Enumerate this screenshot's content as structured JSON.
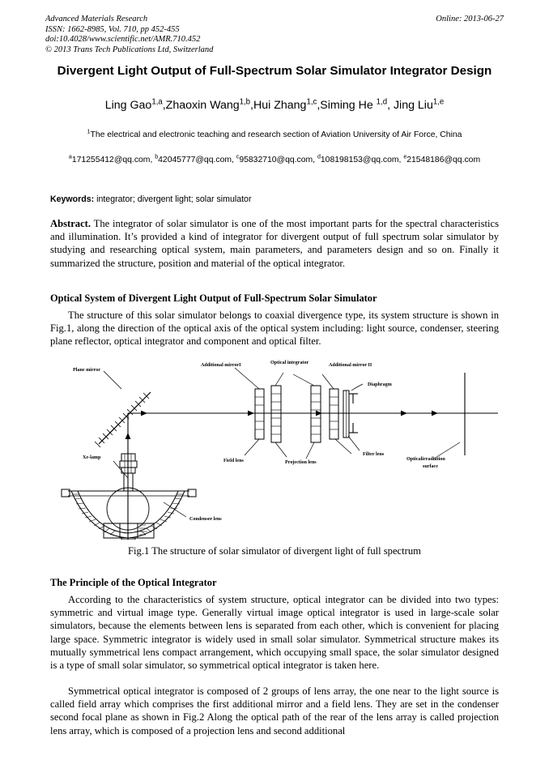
{
  "masthead": {
    "journal": "Advanced Materials Research",
    "issn": "ISSN: 1662-8985, Vol. 710, pp 452-455",
    "doi": "doi:10.4028/www.scientific.net/AMR.710.452",
    "copyright": "© 2013 Trans Tech Publications Ltd, Switzerland",
    "online": "Online: 2013-06-27"
  },
  "paper": {
    "title": "Divergent Light Output of Full-Spectrum Solar Simulator Integrator Design",
    "authors_html": "Ling Gao<sup>1,a</sup>,Zhaoxin Wang<sup>1,b</sup>,Hui Zhang<sup>1,c</sup>,Siming He <sup>1,d</sup>, Jing Liu<sup>1,e</sup>",
    "affiliation_html": "<sup>1</sup>The electrical and electronic teaching and research section of Aviation University of Air Force, China",
    "emails_html": "<sup>a</sup>171255412@qq.com, <sup>b</sup>42045777@qq.com, <sup>c</sup>95832710@qq.com, <sup>d</sup>108198153@qq.com, <sup>e</sup>21548186@qq.com",
    "keywords_label": "Keywords:",
    "keywords_value": " integrator; divergent light; solar simulator",
    "abstract_label": "Abstract.",
    "abstract_text": " The integrator of solar simulator is one of the most important parts for the spectral characteristics and illumination. It’s provided a kind of integrator for divergent output of full spectrum solar simulator by studying and researching optical system, main parameters, and parameters design and so on. Finally it summarized the structure, position and material of the optical integrator.",
    "section1_heading": "Optical System of Divergent Light Output of Full-Spectrum Solar Simulator",
    "section1_para": "The structure of this solar simulator belongs to coaxial divergence type, its system structure is shown in Fig.1, along the direction of the optical axis of the optical system including: light source, condenser, steering plane reflector, optical integrator and component and optical filter.",
    "figure_caption": "Fig.1 The structure of solar simulator of divergent light of full spectrum",
    "section2_heading": "The Principle of the Optical Integrator",
    "section2_para1": "According to the characteristics of system structure, optical integrator can be divided into two types: symmetric and virtual image type. Generally virtual image optical integrator is used in large-scale solar simulators, because the elements between lens is separated from each other, which is convenient for placing large space. Symmetric integrator is widely used in small solar simulator. Symmetrical structure makes its mutually symmetrical lens compact arrangement, which occupying small space, the solar simulator designed is a type of small solar simulator, so symmetrical optical integrator is taken here.",
    "section2_para2": "Symmetrical optical integrator is composed of 2 groups of lens array, the one near to the light source is called field array which comprises the first additional mirror and a field lens. They are set in the condenser second focal plane as shown in Fig.2 Along the optical path of the rear of the lens array is called projection lens array, which is composed of a projection lens and second additional"
  },
  "figure_labels": {
    "plane_mirror": "Plane mirror",
    "additional_mirror_1": "Additional mirrorI",
    "optical_integrator": "Optical integrator",
    "additional_mirror_2": "Additional mirror II",
    "diaphragm": "Diaphragm",
    "field_lens": "Field lens",
    "projection_lens": "Projection lens",
    "filter_lens": "Filter lens",
    "irradiation_surface_line1": "Opticalirradiation",
    "irradiation_surface_line2": "surface",
    "xe_lamp": "Xe-lamp",
    "condenser_lens": "Condenser lens"
  },
  "colors": {
    "ink": "#000000",
    "page": "#ffffff"
  }
}
